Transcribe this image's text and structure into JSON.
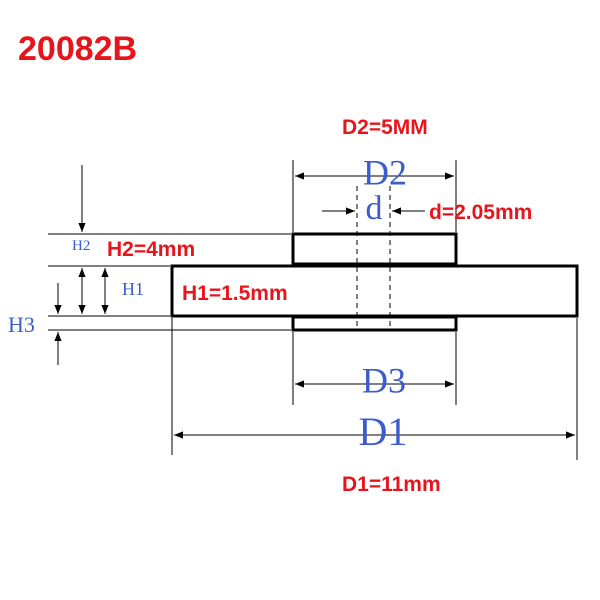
{
  "model_code": "20082B",
  "annotations": {
    "d2_value": "D2=5MM",
    "d_value": "d=2.05mm",
    "h2_value": "H2=4mm",
    "h1_value": "H1=1.5mm",
    "d1_value": "D1=11mm"
  },
  "dimension_labels": {
    "d2": "D2",
    "d": "d",
    "h2": "H2",
    "h1": "H1",
    "h3": "H3",
    "d3": "D3",
    "d1": "D1"
  },
  "colors": {
    "annotation": "#e8141b",
    "dimension_label": "#3a5ccc",
    "outline": "#000000"
  }
}
